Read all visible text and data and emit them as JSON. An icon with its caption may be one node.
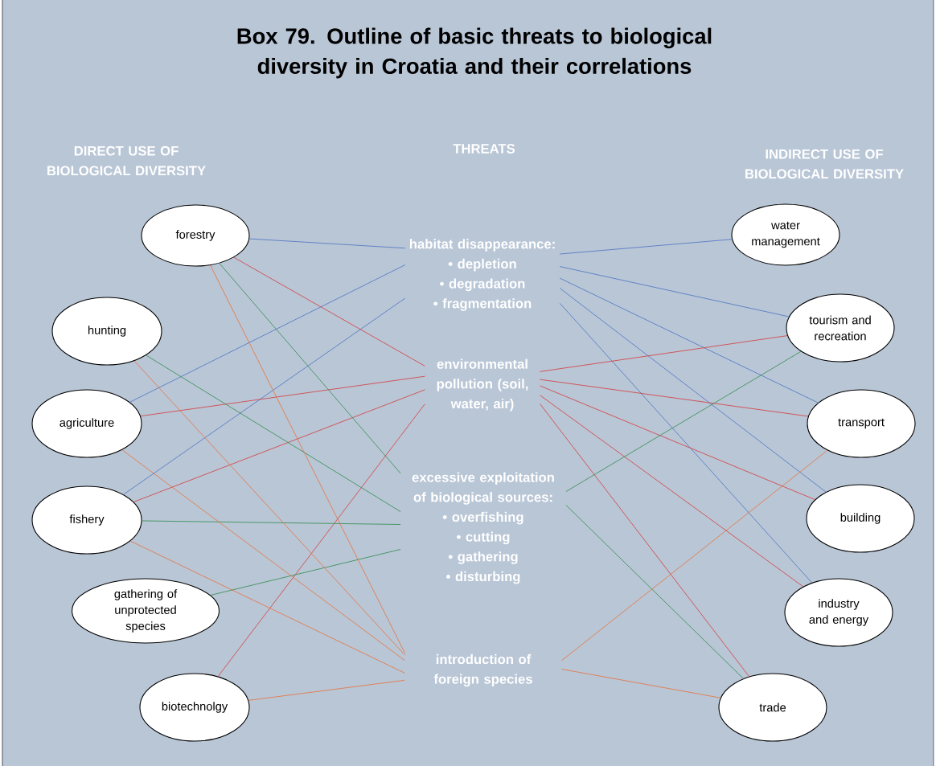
{
  "diagram": {
    "title": "Box 79. Outline of basic threats to biological diversity in Croatia and their correlations",
    "nodes": [
      {
        "text": [
          "forestry"
        ]
      },
      {
        "text": [
          "hunting"
        ]
      },
      {
        "text": [
          "agriculture"
        ]
      },
      {
        "text": [
          "fishery"
        ]
      },
      {
        "text": [
          "gathering of unprotected species"
        ]
      },
      {
        "text": [
          "biotechnolgy"
        ]
      },
      {
        "text": [
          "habitat disappearance:",
          "• depletion",
          "• degradation",
          "• fragmentation"
        ]
      },
      {
        "text": [
          "environmental pollution (soil, water, air)"
        ]
      },
      {
        "text": [
          "excessive exploitation of biological sources:",
          "• overfishing",
          "• cutting",
          "• gathering",
          "• disturbing"
        ]
      },
      {
        "text": [
          "introduction of foreign species"
        ]
      },
      {
        "text": [
          "water management"
        ]
      },
      {
        "text": [
          "tourism and recreation"
        ]
      },
      {
        "text": [
          "transport"
        ]
      },
      {
        "text": [
          "building"
        ]
      },
      {
        "text": [
          "industry and energy"
        ]
      },
      {
        "text": [
          "trade"
        ]
      }
    ],
    "edges": [
      {
        "from": 0,
        "to": 6,
        "arrow": "none",
        "color": "#4a72c0"
      },
      {
        "from": 2,
        "to": 6,
        "arrow": "none",
        "color": "#4a72c0"
      },
      {
        "from": 3,
        "to": 6,
        "arrow": "none",
        "color": "#4a72c0"
      },
      {
        "from": 0,
        "to": 7,
        "arrow": "none",
        "color": "#d63a3a"
      },
      {
        "from": 2,
        "to": 7,
        "arrow": "none",
        "color": "#d63a3a"
      },
      {
        "from": 3,
        "to": 7,
        "arrow": "none",
        "color": "#d63a3a"
      },
      {
        "from": 5,
        "to": 7,
        "arrow": "none",
        "color": "#d63a3a"
      },
      {
        "from": 0,
        "to": 8,
        "arrow": "none",
        "color": "#2e8b4a"
      },
      {
        "from": 1,
        "to": 8,
        "arrow": "none",
        "color": "#2e8b4a"
      },
      {
        "from": 3,
        "to": 8,
        "arrow": "none",
        "color": "#2e8b4a"
      },
      {
        "from": 4,
        "to": 8,
        "arrow": "none",
        "color": "#2e8b4a"
      },
      {
        "from": 0,
        "to": 9,
        "arrow": "none",
        "color": "#e8703a"
      },
      {
        "from": 1,
        "to": 9,
        "arrow": "none",
        "color": "#e8703a"
      },
      {
        "from": 2,
        "to": 9,
        "arrow": "none",
        "color": "#e8703a"
      },
      {
        "from": 3,
        "to": 9,
        "arrow": "none",
        "color": "#e8703a"
      },
      {
        "from": 5,
        "to": 9,
        "arrow": "none",
        "color": "#e8703a"
      },
      {
        "from": 6,
        "to": 10,
        "arrow": "none",
        "color": "#4a72c0"
      },
      {
        "from": 6,
        "to": 11,
        "arrow": "none",
        "color": "#4a72c0"
      },
      {
        "from": 6,
        "to": 12,
        "arrow": "none",
        "color": "#4a72c0"
      },
      {
        "from": 6,
        "to": 13,
        "arrow": "none",
        "color": "#4a72c0"
      },
      {
        "from": 6,
        "to": 14,
        "arrow": "none",
        "color": "#4a72c0"
      },
      {
        "from": 7,
        "to": 11,
        "arrow": "none",
        "color": "#d63a3a"
      },
      {
        "from": 7,
        "to": 12,
        "arrow": "none",
        "color": "#d63a3a"
      },
      {
        "from": 7,
        "to": 13,
        "arrow": "none",
        "color": "#d63a3a"
      },
      {
        "from": 7,
        "to": 14,
        "arrow": "none",
        "color": "#d63a3a"
      },
      {
        "from": 7,
        "to": 15,
        "arrow": "none",
        "color": "#d63a3a"
      },
      {
        "from": 8,
        "to": 11,
        "arrow": "none",
        "color": "#2e8b4a"
      },
      {
        "from": 8,
        "to": 15,
        "arrow": "none",
        "color": "#2e8b4a"
      },
      {
        "from": 9,
        "to": 12,
        "arrow": "none",
        "color": "#e8703a"
      },
      {
        "from": 9,
        "to": 15,
        "arrow": "none",
        "color": "#e8703a"
      }
    ],
    "labels": [
      "DIRECT USE OF BIOLOGICAL DIVERSITY",
      "THREATS",
      "INDIRECT USE OF BIOLOGICAL DIVERSITY"
    ]
  }
}
